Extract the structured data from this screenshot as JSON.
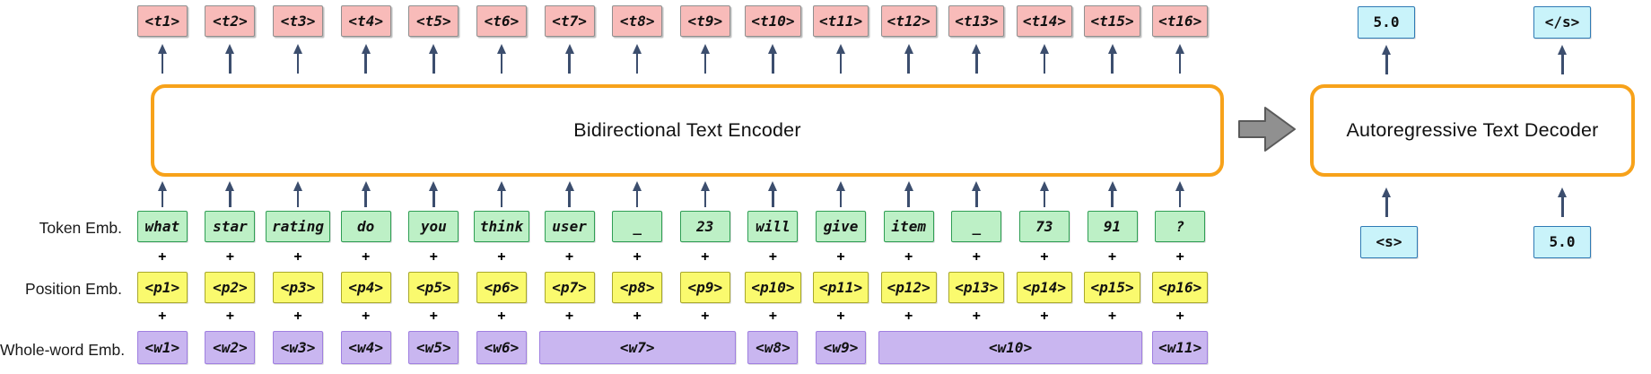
{
  "diagram": {
    "encoder_label": "Bidirectional Text Encoder",
    "decoder_label": "Autoregressive Text Decoder",
    "row_labels": {
      "token": "Token Emb.",
      "position": "Position Emb.",
      "whole_word": "Whole-word Emb."
    },
    "plus_sign": "+",
    "output_tokens": [
      "<t1>",
      "<t2>",
      "<t3>",
      "<t4>",
      "<t5>",
      "<t6>",
      "<t7>",
      "<t8>",
      "<t9>",
      "<t10>",
      "<t11>",
      "<t12>",
      "<t13>",
      "<t14>",
      "<t15>",
      "<t16>"
    ],
    "token_embeddings": [
      "what",
      "star",
      "rating",
      "do",
      "you",
      "think",
      "user",
      "_",
      "23",
      "will",
      "give",
      "item",
      "_",
      "73",
      "91",
      "?"
    ],
    "position_embeddings": [
      "<p1>",
      "<p2>",
      "<p3>",
      "<p4>",
      "<p5>",
      "<p6>",
      "<p7>",
      "<p8>",
      "<p9>",
      "<p10>",
      "<p11>",
      "<p12>",
      "<p13>",
      "<p14>",
      "<p15>",
      "<p16>"
    ],
    "whole_word_embeddings": [
      {
        "label": "<w1>",
        "span": 1
      },
      {
        "label": "<w2>",
        "span": 1
      },
      {
        "label": "<w3>",
        "span": 1
      },
      {
        "label": "<w4>",
        "span": 1
      },
      {
        "label": "<w5>",
        "span": 1
      },
      {
        "label": "<w6>",
        "span": 1
      },
      {
        "label": "<w7>",
        "span": 3
      },
      {
        "label": "<w8>",
        "span": 1
      },
      {
        "label": "<w9>",
        "span": 1
      },
      {
        "label": "<w10>",
        "span": 4
      },
      {
        "label": "<w11>",
        "span": 1
      }
    ],
    "decoder_outputs": [
      "5.0",
      "</s>"
    ],
    "decoder_inputs": [
      "<s>",
      "5.0"
    ]
  },
  "colors": {
    "accent-orange": "#F7A21A",
    "pink-fill": "#F8BBB9",
    "pink-border": "#8F8F8F",
    "green-fill": "#BDF0C6",
    "green-border": "#2F9E54",
    "yellow-fill": "#FAFA6E",
    "yellow-border": "#A8A82B",
    "purple-fill": "#C9B6F0",
    "purple-border": "#9F7FE0",
    "cyan-fill": "#C9F3FA",
    "cyan-border": "#2F7BB5",
    "arrow": "#3C4E6E",
    "gray-arrow-fill": "#909090",
    "gray-arrow-border": "#5A5A5A"
  }
}
